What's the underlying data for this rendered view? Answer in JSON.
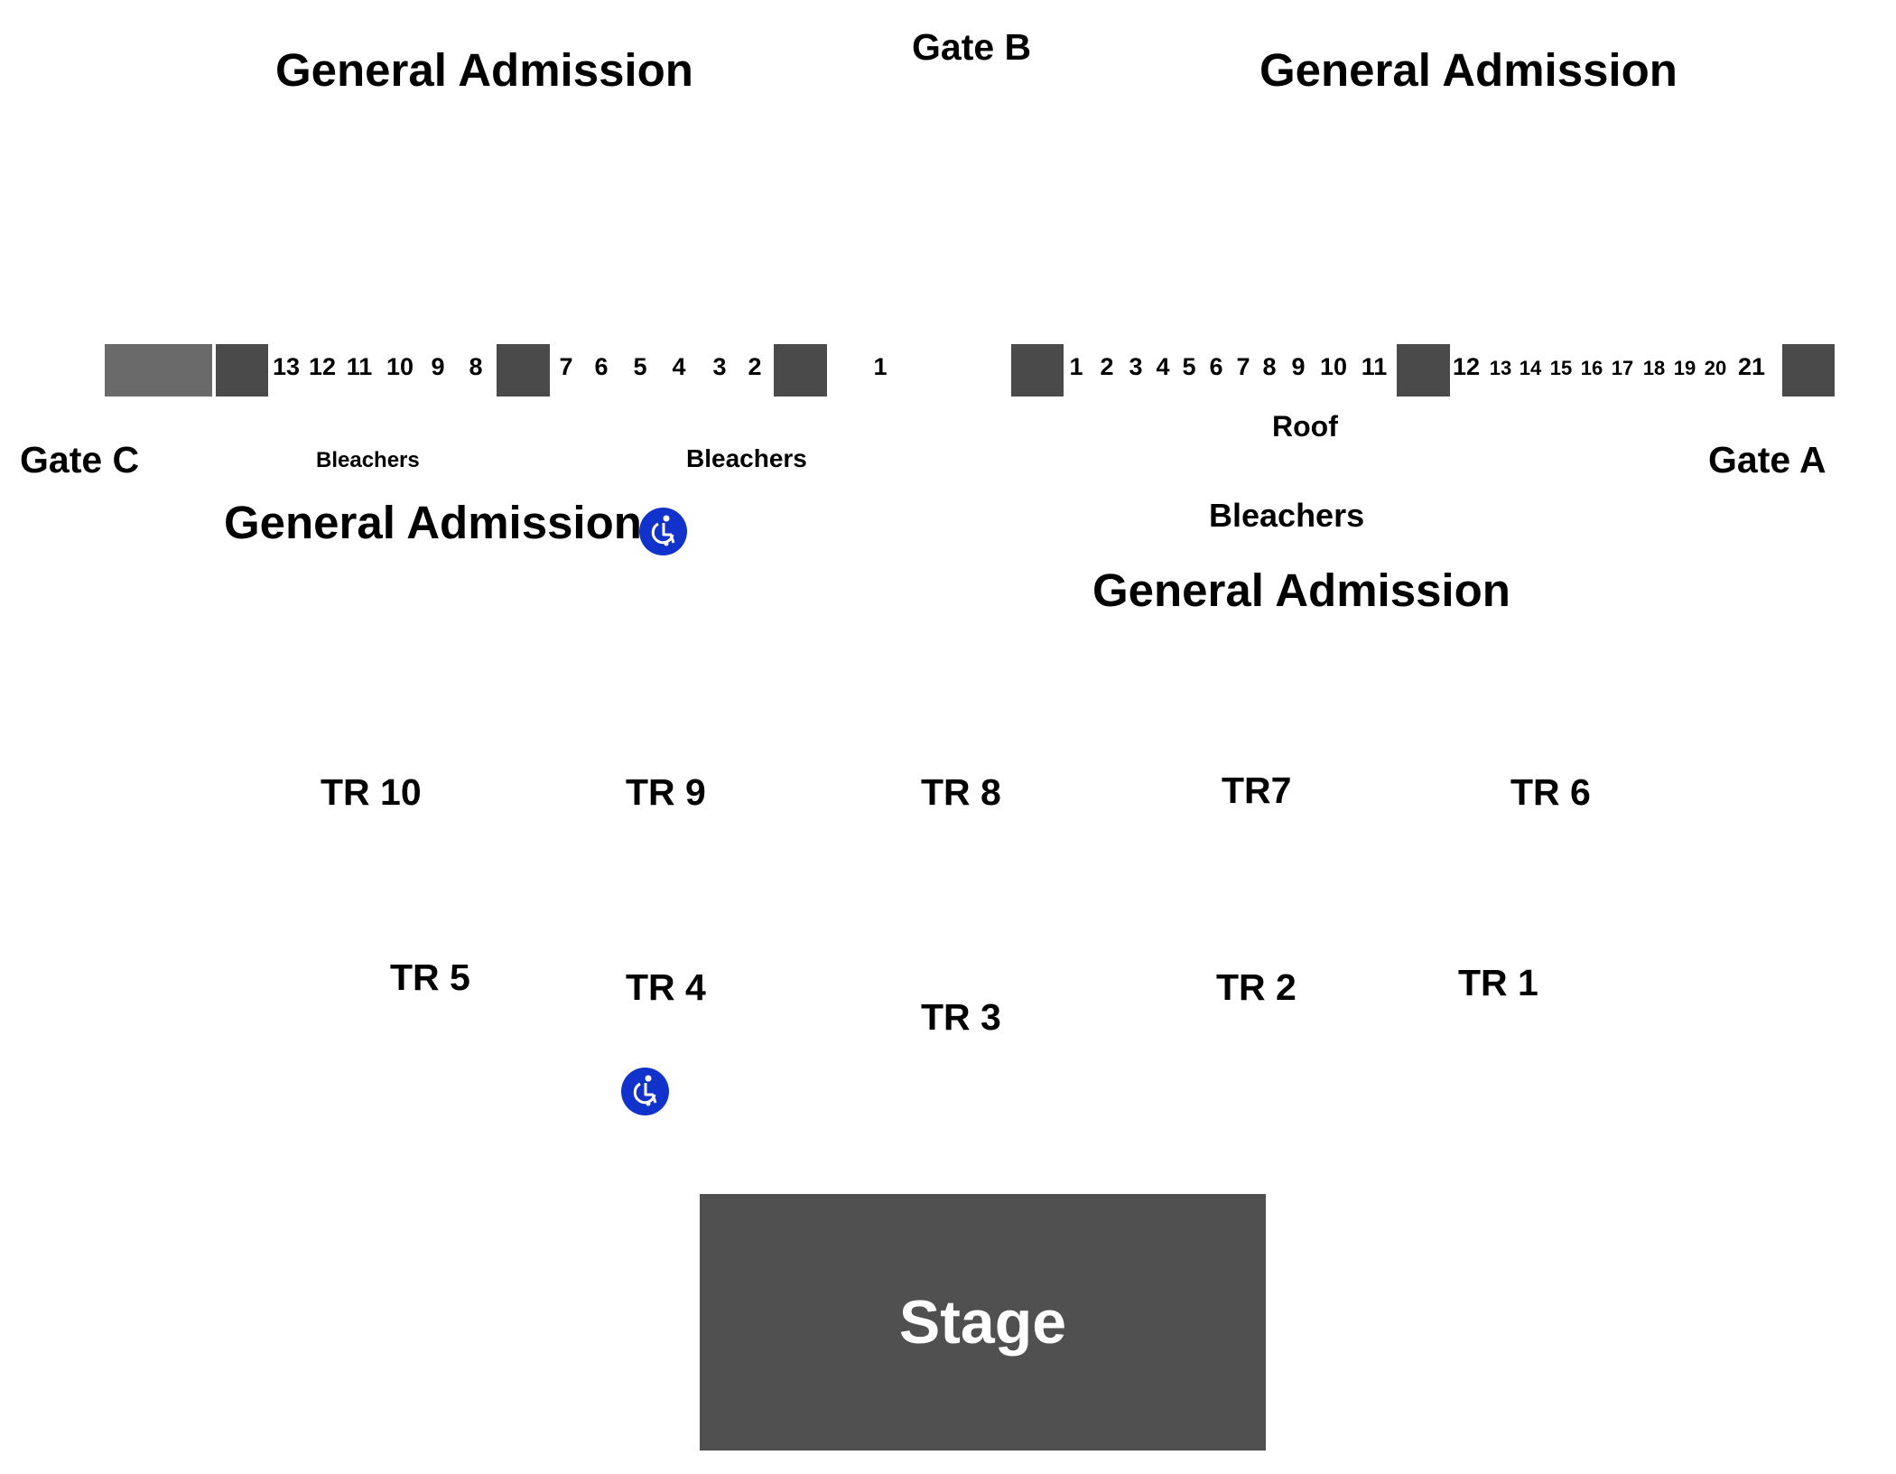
{
  "gates": {
    "gate_a": "Gate A",
    "gate_b": "Gate B",
    "gate_c": "Gate C"
  },
  "general_admission": {
    "top_left": "General Admission",
    "top_right": "General Admission",
    "middle_left": "General Admission",
    "middle_right": "General Admission"
  },
  "bleachers": {
    "left_small": "Bleachers",
    "left": "Bleachers",
    "right": "Bleachers"
  },
  "roof": "Roof",
  "left_row_numbers": [
    "13",
    "12",
    "11",
    "10",
    "9",
    "8",
    "7",
    "6",
    "5",
    "4",
    "3",
    "2",
    "1"
  ],
  "right_row_numbers": [
    "1",
    "2",
    "3",
    "4",
    "5",
    "6",
    "7",
    "8",
    "9",
    "10",
    "11",
    "12",
    "13",
    "14",
    "15",
    "16",
    "17",
    "18",
    "19",
    "20",
    "21"
  ],
  "tables": {
    "tr10": "TR 10",
    "tr9": "TR 9",
    "tr8": "TR 8",
    "tr7": "TR7",
    "tr6": "TR 6",
    "tr5": "TR 5",
    "tr4": "TR 4",
    "tr3": "TR 3",
    "tr2": "TR 2",
    "tr1": "TR 1"
  },
  "icons": {
    "accessible": "wheelchair-accessible-icon"
  },
  "colors": {
    "block": "#4a4a4a",
    "stage": "#505050",
    "accessible": "#1133cc"
  },
  "stage": "Stage"
}
